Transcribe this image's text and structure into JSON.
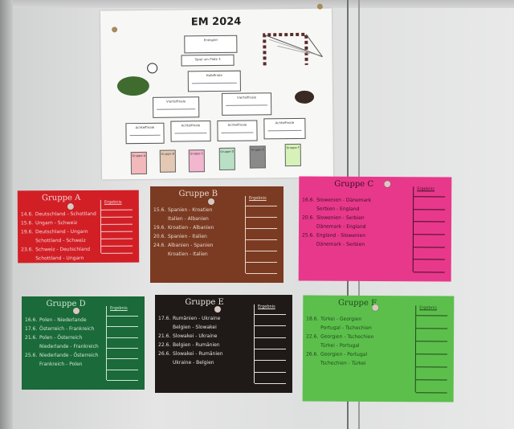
{
  "poster": {
    "title": "EM 2024",
    "final": "Endspiel",
    "third": "Spiel um Platz 3",
    "semi": "Halbfinale",
    "quarter": "Viertelfinale",
    "r16": "Achtelfinale",
    "groups": [
      "Gruppe A",
      "Gruppe B",
      "Gruppe C",
      "Gruppe D",
      "Gruppe E",
      "Gruppe F"
    ]
  },
  "result_label": "Ergebnis",
  "groups": [
    {
      "title": "Gruppe A",
      "color": "#d21f26",
      "text": "#f3d0d0",
      "matches": [
        [
          "14.6.",
          "Deutschland - Schottland"
        ],
        [
          "15.6.",
          "Ungarn - Schweiz"
        ],
        [
          "19.6.",
          "Deutschland - Ungarn"
        ],
        [
          "",
          "Schottland - Schweiz"
        ],
        [
          "23.6.",
          "Schweiz - Deutschland"
        ],
        [
          "",
          "Schottland - Ungarn"
        ]
      ]
    },
    {
      "title": "Gruppe B",
      "color": "#7b3b22",
      "text": "#e9d5c9",
      "matches": [
        [
          "15.6.",
          "Spanien - Kroatien"
        ],
        [
          "",
          "Italien - Albanien"
        ],
        [
          "19.6.",
          "Kroatien - Albanien"
        ],
        [
          "20.6.",
          "Spanien - Italien"
        ],
        [
          "24.6.",
          "Albanien - Spanien"
        ],
        [
          "",
          "Kroatien - Italien"
        ]
      ]
    },
    {
      "title": "Gruppe C",
      "color": "#e8388c",
      "text": "#3a1020",
      "matches": [
        [
          "16.6.",
          "Slowenien - Dänemark"
        ],
        [
          "",
          "Serbien - England"
        ],
        [
          "20.6.",
          "Slowenien - Serbien"
        ],
        [
          "",
          "Dänemark - England"
        ],
        [
          "25.6.",
          "England - Slowenien"
        ],
        [
          "",
          "Dänemark - Serbien"
        ]
      ]
    },
    {
      "title": "Gruppe D",
      "color": "#1b6a3a",
      "text": "#cfe6d6",
      "matches": [
        [
          "16.6.",
          "Polen - Niederlande"
        ],
        [
          "17.6.",
          "Österreich - Frankreich"
        ],
        [
          "21.6.",
          "Polen - Österreich"
        ],
        [
          "",
          "Niederlande - Frankreich"
        ],
        [
          "25.6.",
          "Niederlande - Österreich"
        ],
        [
          "",
          "Frankreich - Polen"
        ]
      ]
    },
    {
      "title": "Gruppe E",
      "color": "#1f1a18",
      "text": "#e6e2dc",
      "matches": [
        [
          "17.6.",
          "Rumänien - Ukraine"
        ],
        [
          "",
          "Belgien - Slowakei"
        ],
        [
          "21.6.",
          "Slowakei - Ukraine"
        ],
        [
          "22.6.",
          "Belgien - Rumänien"
        ],
        [
          "26.6.",
          "Slowakei - Rumänien"
        ],
        [
          "",
          "Ukraine - Belgien"
        ]
      ]
    },
    {
      "title": "Gruppe F",
      "color": "#5cbf4c",
      "text": "#1f4a1a",
      "matches": [
        [
          "18.6.",
          "Türkei - Georgien"
        ],
        [
          "",
          "Portugal - Tschechien"
        ],
        [
          "22.6.",
          "Georgien - Tschechien"
        ],
        [
          "",
          "Türkei - Portugal"
        ],
        [
          "26.6.",
          "Georgien - Portugal"
        ],
        [
          "",
          "Tschechien - Türkei"
        ]
      ]
    }
  ]
}
